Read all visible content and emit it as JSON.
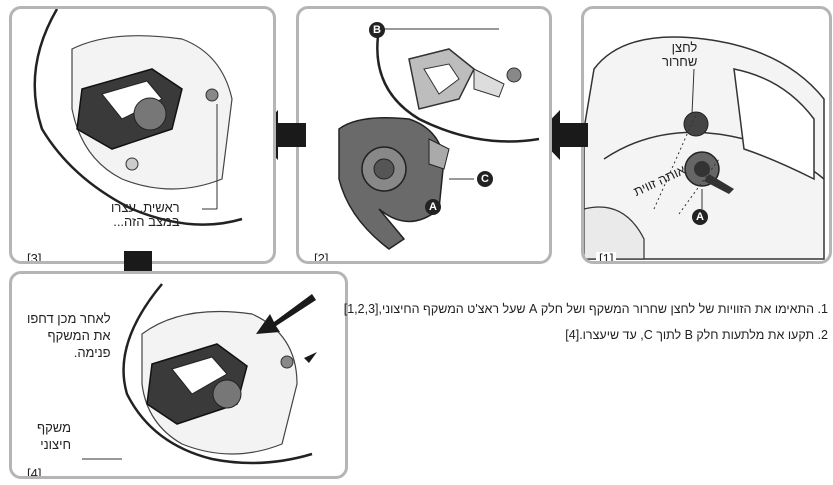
{
  "panels": {
    "p1": {
      "label": "[1]",
      "release_button": "לחצן\nשחרור",
      "angle": "אותה זווית"
    },
    "p2": {
      "label": "[2]"
    },
    "p3": {
      "label": "[3]",
      "note": "ראשית, עצרו\nבמצב הזה..."
    },
    "p4": {
      "label": "[4]",
      "push_note": "לאחר מכן דחפו\nאת המשקף\nפנימה.",
      "outer_visor": "משקף\nחיצוני"
    }
  },
  "badges": {
    "a": "A",
    "b": "B",
    "c": "C"
  },
  "steps": [
    "1. התאימו את הזוויות של לחצן שחרור המשקף ושל חלק A שעל ראצ'ט המשקף החיצוני,[1,2,3]",
    "2. תקעו את מלתעות חלק B לתוך C, עד שיעצרו.[4]"
  ],
  "colors": {
    "panel_border": "#b5b5b5",
    "arrow": "#1a1a1a",
    "part_dark": "#555555"
  }
}
